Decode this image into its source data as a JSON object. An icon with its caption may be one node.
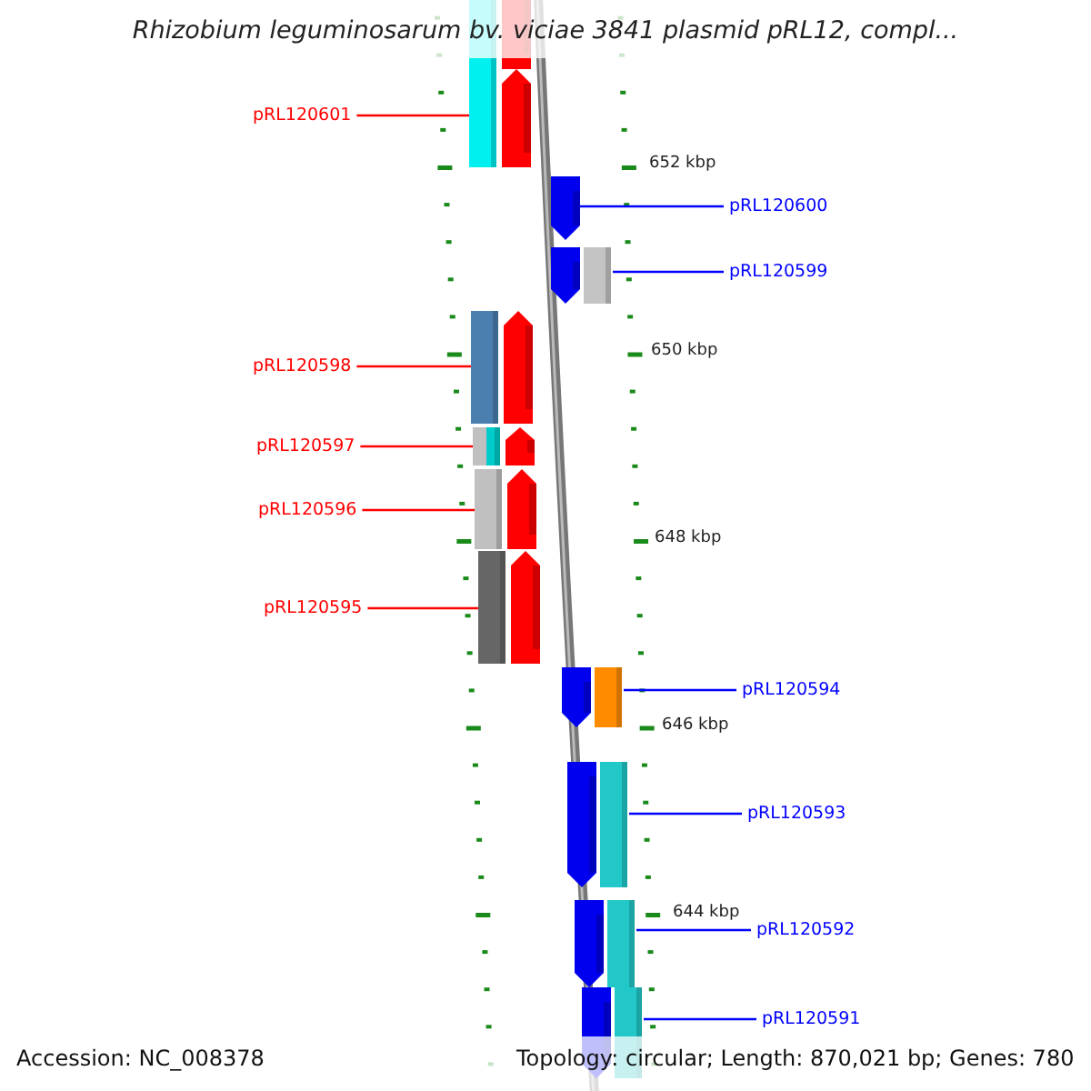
{
  "diagram": {
    "title": "Rhizobium leguminosarum bv. viciae 3841 plasmid pRL12, compl...",
    "nodes": [
      {
        "text": [],
        "shape": "arrow"
      },
      {
        "text": [
          "pRL120601"
        ]
      },
      {
        "text": [],
        "shape": "arrow"
      },
      {
        "text": [
          "pRL120600"
        ]
      },
      {
        "text": [],
        "shape": "arrow"
      },
      {
        "text": [
          "pRL120599"
        ]
      },
      {
        "text": [],
        "shape": "arrow"
      },
      {
        "text": [
          "pRL120598"
        ]
      },
      {
        "text": [],
        "shape": "arrow"
      },
      {
        "text": [
          "pRL120597"
        ]
      },
      {
        "text": [],
        "shape": "arrow"
      },
      {
        "text": [
          "pRL120596"
        ]
      },
      {
        "text": [],
        "shape": "arrow"
      },
      {
        "text": [
          "pRL120595"
        ]
      },
      {
        "text": [],
        "shape": "arrow"
      },
      {
        "text": [
          "pRL120594"
        ]
      },
      {
        "text": [],
        "shape": "arrow"
      },
      {
        "text": [
          "pRL120593"
        ]
      },
      {
        "text": [],
        "shape": "arrow"
      },
      {
        "text": [
          "pRL120592"
        ]
      },
      {
        "text": [],
        "shape": "arrow"
      },
      {
        "text": [
          "pRL120591"
        ]
      },
      {
        "text": [],
        "shape": "arrow"
      }
    ],
    "edges": [
      {
        "from": 1,
        "to": 2,
        "arrow": "none",
        "color": "#ff0000"
      },
      {
        "from": 3,
        "to": 4,
        "arrow": "none",
        "color": "#0000ff"
      },
      {
        "from": 5,
        "to": 6,
        "arrow": "none",
        "color": "#0000ff"
      },
      {
        "from": 7,
        "to": 8,
        "arrow": "none",
        "color": "#ff0000"
      },
      {
        "from": 9,
        "to": 10,
        "arrow": "none",
        "color": "#ff0000"
      },
      {
        "from": 11,
        "to": 12,
        "arrow": "none",
        "color": "#ff0000"
      },
      {
        "from": 13,
        "to": 14,
        "arrow": "none",
        "color": "#ff0000"
      },
      {
        "from": 15,
        "to": 16,
        "arrow": "none",
        "color": "#0000ff"
      },
      {
        "from": 17,
        "to": 18,
        "arrow": "none",
        "color": "#0000ff"
      },
      {
        "from": 19,
        "to": 20,
        "arrow": "none",
        "color": "#0000ff"
      },
      {
        "from": 21,
        "to": 22,
        "arrow": "none",
        "color": "#0000ff"
      }
    ],
    "labels": [
      "652 kbp",
      "650 kbp",
      "648 kbp",
      "646 kbp",
      "644 kbp",
      "Accession: NC_008378",
      "Topology: circular; Length: 870,021 bp; Genes: 780"
    ]
  }
}
